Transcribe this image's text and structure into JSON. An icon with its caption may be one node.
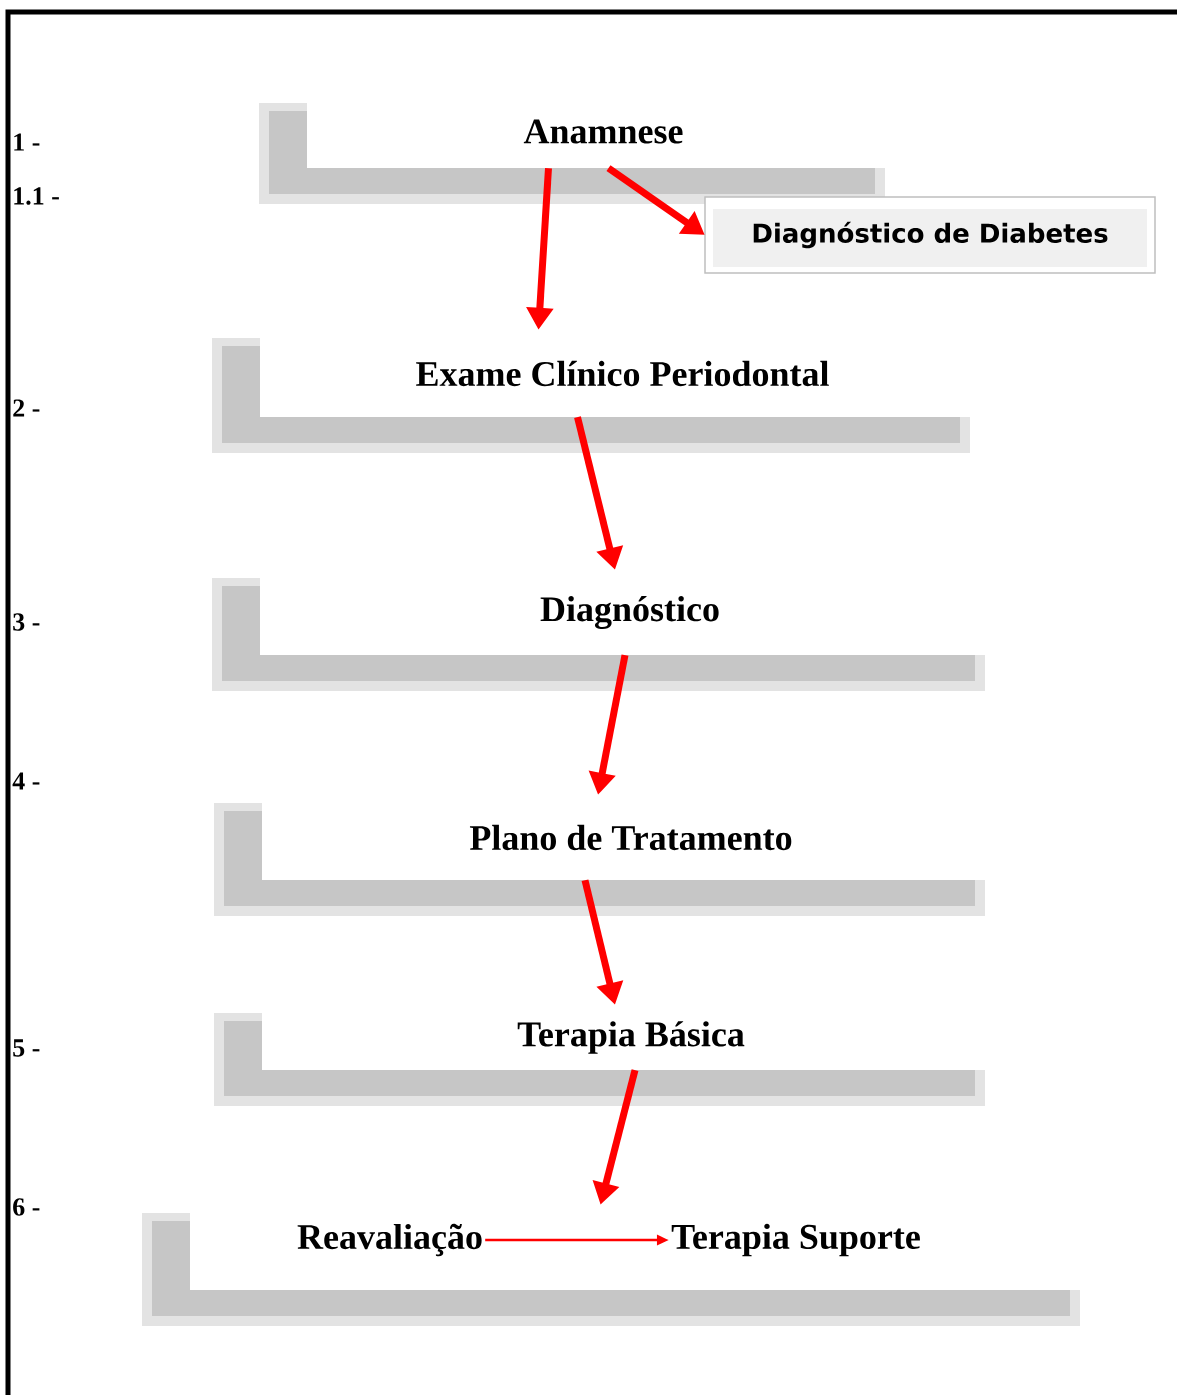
{
  "diagram": {
    "nodes": [
      {
        "text": [
          "Anamnese"
        ]
      },
      {
        "text": [
          "Diagnóstico de Diabetes"
        ]
      },
      {
        "text": [
          "Exame Clínico Periodontal"
        ]
      },
      {
        "text": [
          "Diagnóstico"
        ]
      },
      {
        "text": [
          "Plano de Tratamento"
        ]
      },
      {
        "text": [
          "Terapia Básica"
        ]
      },
      {
        "text": [],
        "shape": "box"
      },
      {
        "text": [
          "Reavaliação"
        ],
        "in": 6
      },
      {
        "text": [
          "Terapia Suporte"
        ],
        "in": 6
      }
    ],
    "edges": [
      {
        "from": 0,
        "to": 2,
        "arrow": "to"
      },
      {
        "from": 0,
        "to": 1,
        "arrow": "to"
      },
      {
        "from": 2,
        "to": 3,
        "arrow": "to"
      },
      {
        "from": 3,
        "to": 4,
        "arrow": "to"
      },
      {
        "from": 4,
        "to": 5,
        "arrow": "to"
      },
      {
        "from": 5,
        "to": 6,
        "arrow": "to"
      },
      {
        "from": 7,
        "to": 8,
        "arrow": "to"
      }
    ],
    "labels": [
      "1 -",
      "1.1 -",
      "2 -",
      "3 -",
      "4 -",
      "5 -",
      "6 -"
    ]
  }
}
